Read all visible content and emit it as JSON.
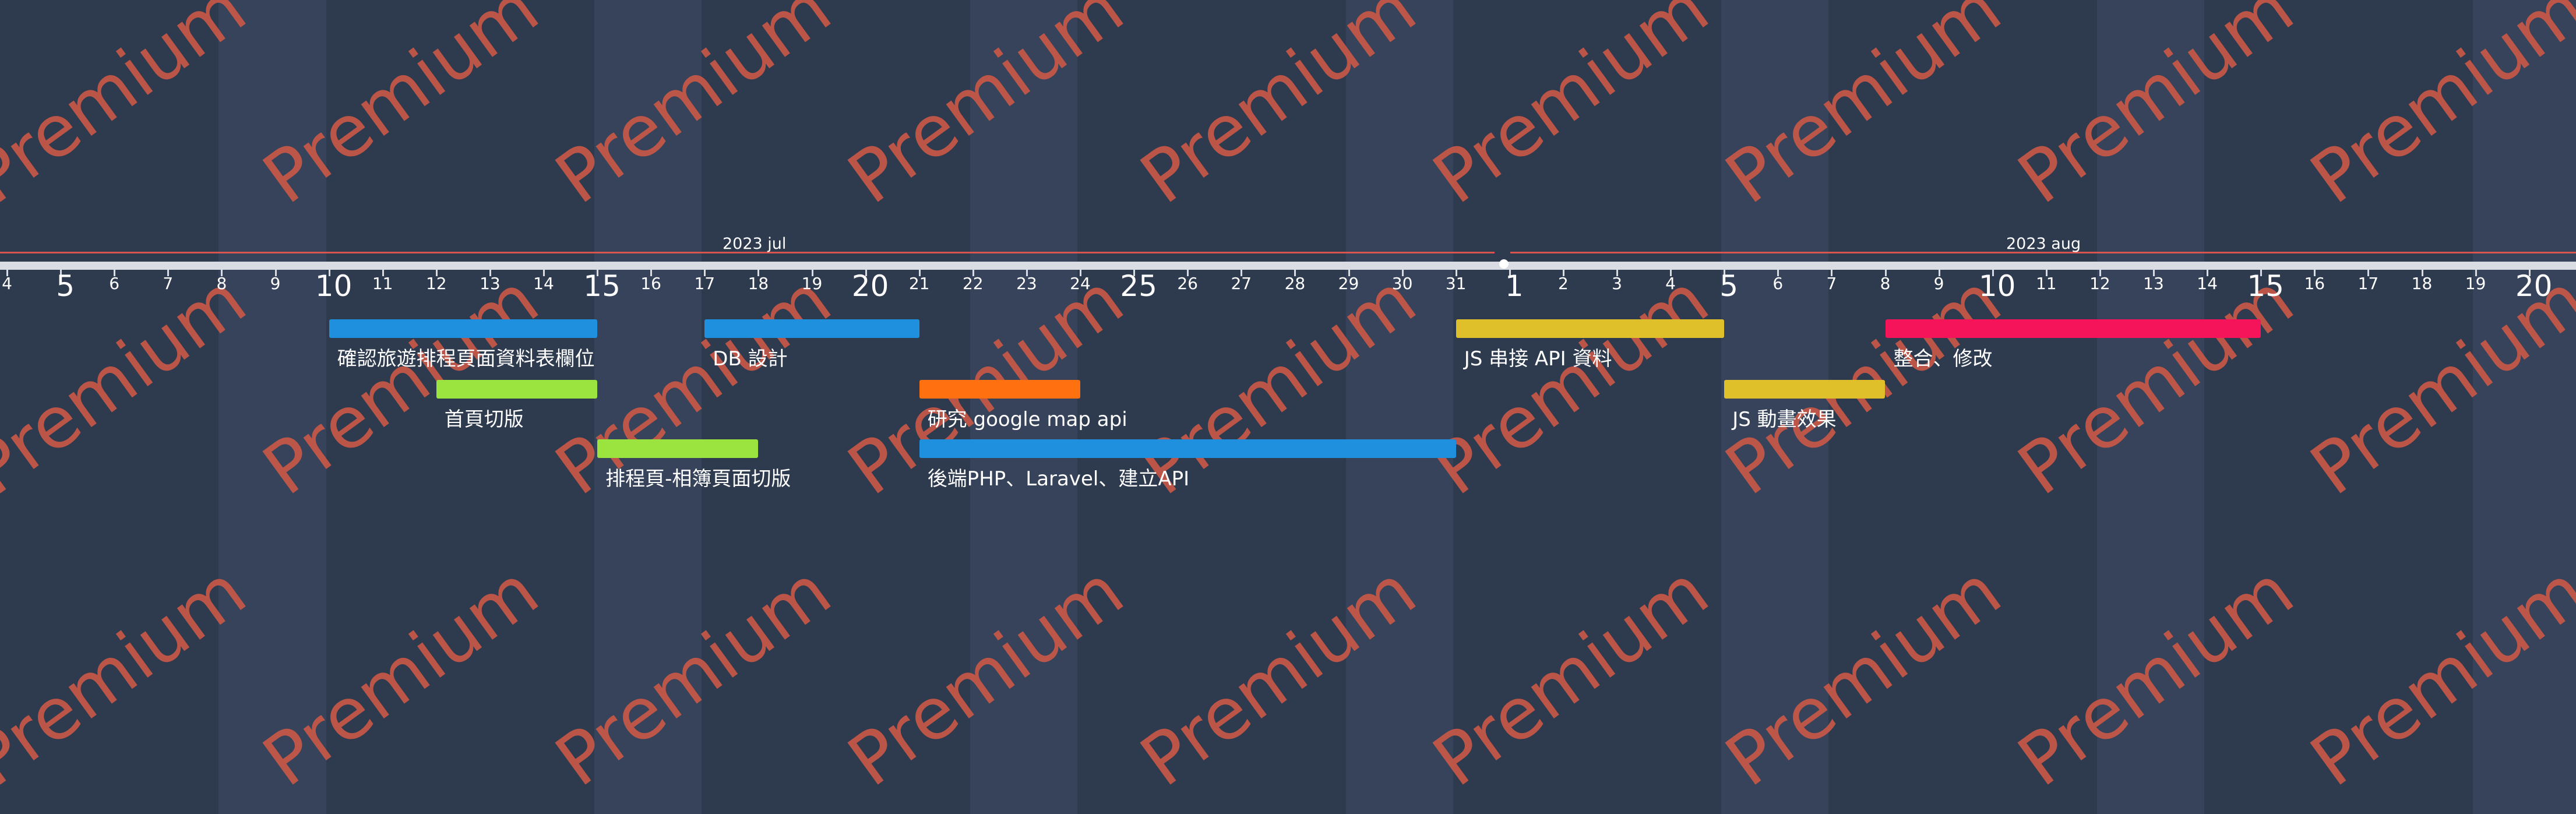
{
  "timeline": {
    "months": [
      {
        "label": "2023 jul"
      },
      {
        "label": "2023 aug"
      }
    ],
    "days": [
      "4",
      "5",
      "6",
      "7",
      "8",
      "9",
      "10",
      "11",
      "12",
      "13",
      "14",
      "15",
      "16",
      "17",
      "18",
      "19",
      "20",
      "21",
      "22",
      "23",
      "24",
      "25",
      "26",
      "27",
      "28",
      "29",
      "30",
      "31",
      "1",
      "2",
      "3",
      "4",
      "5",
      "6",
      "7",
      "8",
      "9",
      "10",
      "11",
      "12",
      "13",
      "14",
      "15",
      "16",
      "17",
      "18",
      "19",
      "20"
    ],
    "major_days": [
      "5",
      "10",
      "15",
      "20",
      "25",
      "1",
      "5",
      "10",
      "15",
      "20"
    ],
    "items": [
      {
        "label": "確認旅遊排程頁面資料表欄位",
        "color": "#1e90dd",
        "start": "2023-07-10",
        "end": "2023-07-15"
      },
      {
        "label": "首頁切版",
        "color": "#9be33f",
        "start": "2023-07-12",
        "end": "2023-07-15"
      },
      {
        "label": "排程頁-相簿頁面切版",
        "color": "#9be33f",
        "start": "2023-07-15",
        "end": "2023-07-18"
      },
      {
        "label": "DB 設計",
        "color": "#1e90dd",
        "start": "2023-07-17",
        "end": "2023-07-21"
      },
      {
        "label": "研究 google map api",
        "color": "#ff7010",
        "start": "2023-07-21",
        "end": "2023-07-24"
      },
      {
        "label": "後端PHP、Laravel、建立API",
        "color": "#1e90dd",
        "start": "2023-07-21",
        "end": "2023-07-31"
      },
      {
        "label": "JS 串接 API 資料",
        "color": "#dfc02a",
        "start": "2023-07-31",
        "end": "2023-08-05"
      },
      {
        "label": "JS 動畫效果",
        "color": "#dfc02a",
        "start": "2023-08-05",
        "end": "2023-08-08"
      },
      {
        "label": "整合、修改",
        "color": "#f5145a",
        "start": "2023-08-08",
        "end": "2023-08-15"
      }
    ],
    "watermark": "Premium"
  }
}
